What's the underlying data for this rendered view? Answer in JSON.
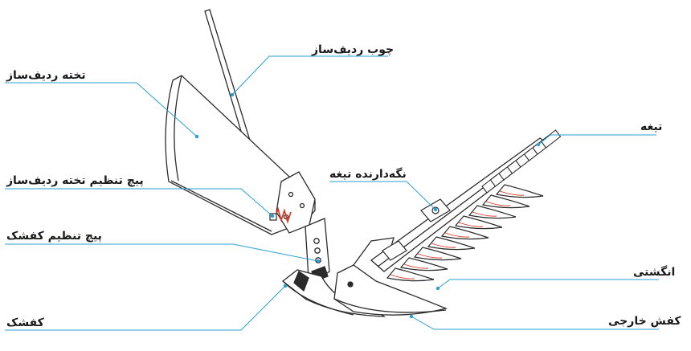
{
  "diagram": {
    "labels": {
      "row_stick": "چوب ردیف‌ساز",
      "row_board": "تخته ردیف‌ساز",
      "blade": "تیغه",
      "blade_holder": "نگه‌دارنده تیغه",
      "board_adjust_screw": "پیچ تنظیم تخته ردیف‌ساز",
      "shoe_adjust_screw": "پیچ تنظیم کفشک",
      "finger": "انگشتی",
      "outer_shoe": "کفش خارجی",
      "shoe": "کفشک"
    },
    "colors": {
      "leader": "#2a9fd6",
      "outline": "#2b2b2b",
      "spring": "#e0301e",
      "dot": "#2a9fd6"
    }
  }
}
